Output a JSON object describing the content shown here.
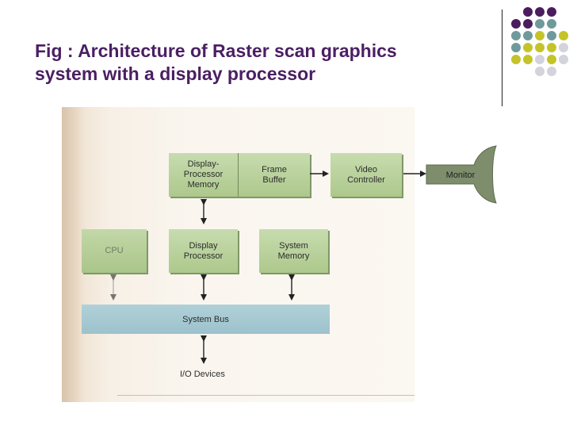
{
  "title": {
    "line1": "Fig : Architecture of Raster scan graphics",
    "line2": "system with a display processor"
  },
  "diagram": {
    "blocks": {
      "display_processor_memory": "Display-\nProcessor\nMemory",
      "frame_buffer": "Frame\nBuffer",
      "video_controller": "Video\nController",
      "monitor": "Monitor",
      "cpu": "CPU",
      "display_processor": "Display\nProcessor",
      "system_memory": "System\nMemory",
      "system_bus": "System Bus",
      "io_devices": "I/O Devices"
    }
  },
  "colors": {
    "title": "#4a1f63",
    "block_fill": "#b8d19c",
    "bus_fill": "#a6c8d1",
    "dot_purple": "#4b1d5e",
    "dot_teal": "#6f9a9c",
    "dot_olive": "#c4c42a",
    "dot_gray": "#d3d3dc"
  }
}
